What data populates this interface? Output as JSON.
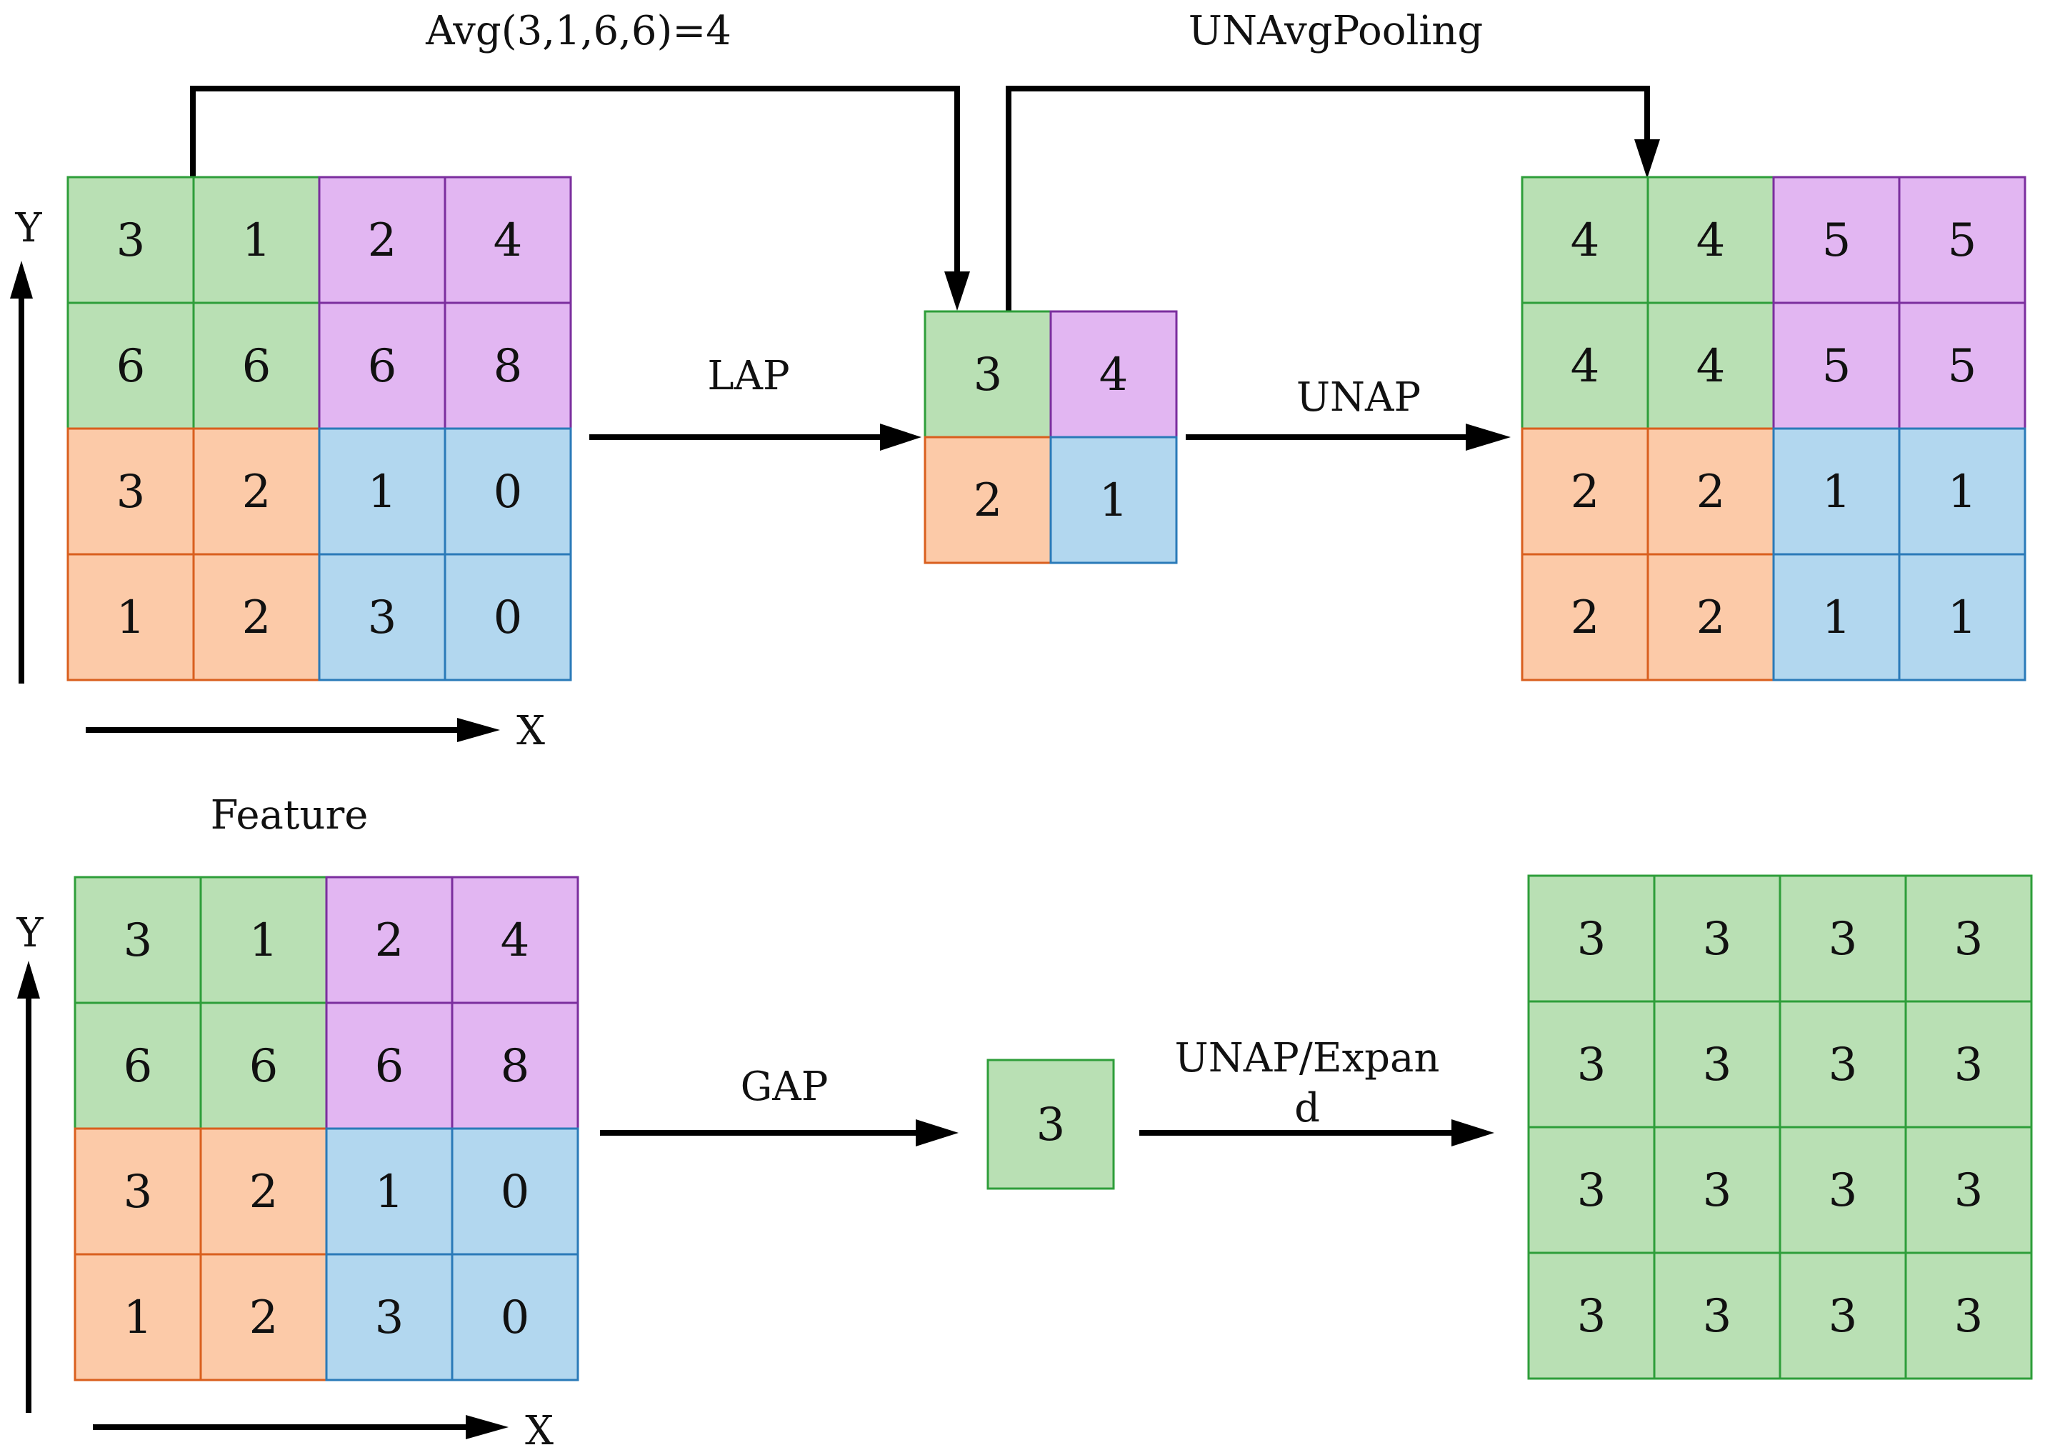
{
  "colors": {
    "green_fill": "#b9e0b4",
    "green_stroke": "#2e9e3a",
    "purple_fill": "#e2b6f2",
    "purple_stroke": "#7b2e9e",
    "orange_fill": "#fccaa8",
    "orange_stroke": "#d95f1e",
    "blue_fill": "#b2d7ef",
    "blue_stroke": "#2a7ab8"
  },
  "top": {
    "avg_label": "Avg(3,1,6,6)=4",
    "unavg_label": "UNAvgPooling",
    "lap_label": "LAP",
    "unap_label": "UNAP",
    "axis_y": "Y",
    "axis_x": "X",
    "input_grid": [
      [
        "3",
        "1",
        "2",
        "4"
      ],
      [
        "6",
        "6",
        "6",
        "8"
      ],
      [
        "3",
        "2",
        "1",
        "0"
      ],
      [
        "1",
        "2",
        "3",
        "0"
      ]
    ],
    "pooled_grid": [
      [
        "3",
        "4"
      ],
      [
        "2",
        "1"
      ]
    ],
    "output_grid": [
      [
        "4",
        "4",
        "5",
        "5"
      ],
      [
        "4",
        "4",
        "5",
        "5"
      ],
      [
        "2",
        "2",
        "1",
        "1"
      ],
      [
        "2",
        "2",
        "1",
        "1"
      ]
    ]
  },
  "bottom": {
    "feature_label": "Feature",
    "gap_label": "GAP",
    "expand_label_line1": "UNAP/Expan",
    "expand_label_line2": "d",
    "axis_y": "Y",
    "axis_x": "X",
    "input_grid": [
      [
        "3",
        "1",
        "2",
        "4"
      ],
      [
        "6",
        "6",
        "6",
        "8"
      ],
      [
        "3",
        "2",
        "1",
        "0"
      ],
      [
        "1",
        "2",
        "3",
        "0"
      ]
    ],
    "pooled_value": "3",
    "output_grid": [
      [
        "3",
        "3",
        "3",
        "3"
      ],
      [
        "3",
        "3",
        "3",
        "3"
      ],
      [
        "3",
        "3",
        "3",
        "3"
      ],
      [
        "3",
        "3",
        "3",
        "3"
      ]
    ]
  }
}
